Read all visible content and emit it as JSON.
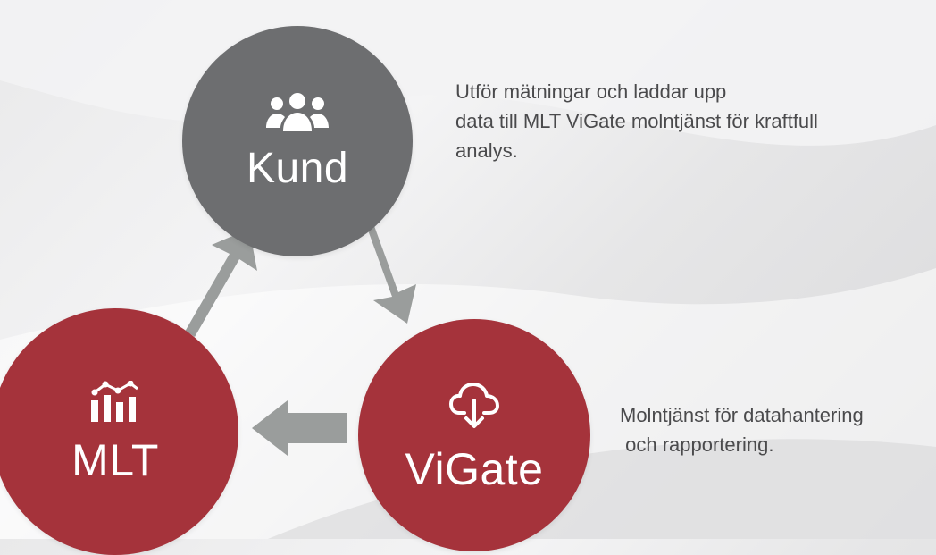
{
  "nodes": {
    "kund": {
      "label": "Kund",
      "icon": "people-group-icon",
      "color": "#6d6e70"
    },
    "mlt": {
      "label": "MLT",
      "icon": "bar-chart-trend-icon",
      "color": "#a5333b"
    },
    "vigate": {
      "label": "ViGate",
      "icon": "cloud-download-icon",
      "color": "#a5333b"
    }
  },
  "descriptions": {
    "kund": {
      "line1": "Utför mätningar och laddar upp",
      "line2": "data till MLT ViGate molntjänst för kraftfull",
      "line3": "analys."
    },
    "vigate": {
      "line1": "Molntjänst för datahantering",
      "line2": " och rapportering."
    }
  },
  "colors": {
    "arrow": "#9a9d9c",
    "text": "#4a4a4c"
  }
}
